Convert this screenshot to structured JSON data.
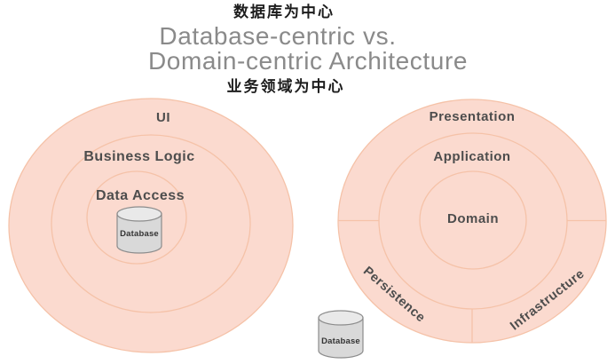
{
  "header": {
    "zh_database_centric": "数据库为中心",
    "title_line1": "Database-centric vs.",
    "title_line2": "Domain-centric Architecture",
    "zh_domain_centric": "业务领域为中心"
  },
  "left_diagram": {
    "type": "database-centric",
    "layers": [
      "UI",
      "Business Logic",
      "Data Access"
    ],
    "database_label": "Database"
  },
  "right_diagram": {
    "type": "domain-centric",
    "layers": [
      "Presentation",
      "Application",
      "Domain"
    ],
    "outer_ring_segments": [
      "Persistence",
      "Infrastructure"
    ],
    "database_label": "Database"
  },
  "colors": {
    "ring_fill": "#fbdacf",
    "ring_stroke": "#f5c2a8",
    "label_text": "#4d4d4d",
    "title_text": "#8a8a8a",
    "zh_text": "#1d1d1d",
    "cylinder_fill": "#d9d9d9",
    "cylinder_top_fill": "#e9e9e9",
    "cylinder_stroke": "#8c8c8c",
    "background": "#ffffff"
  }
}
